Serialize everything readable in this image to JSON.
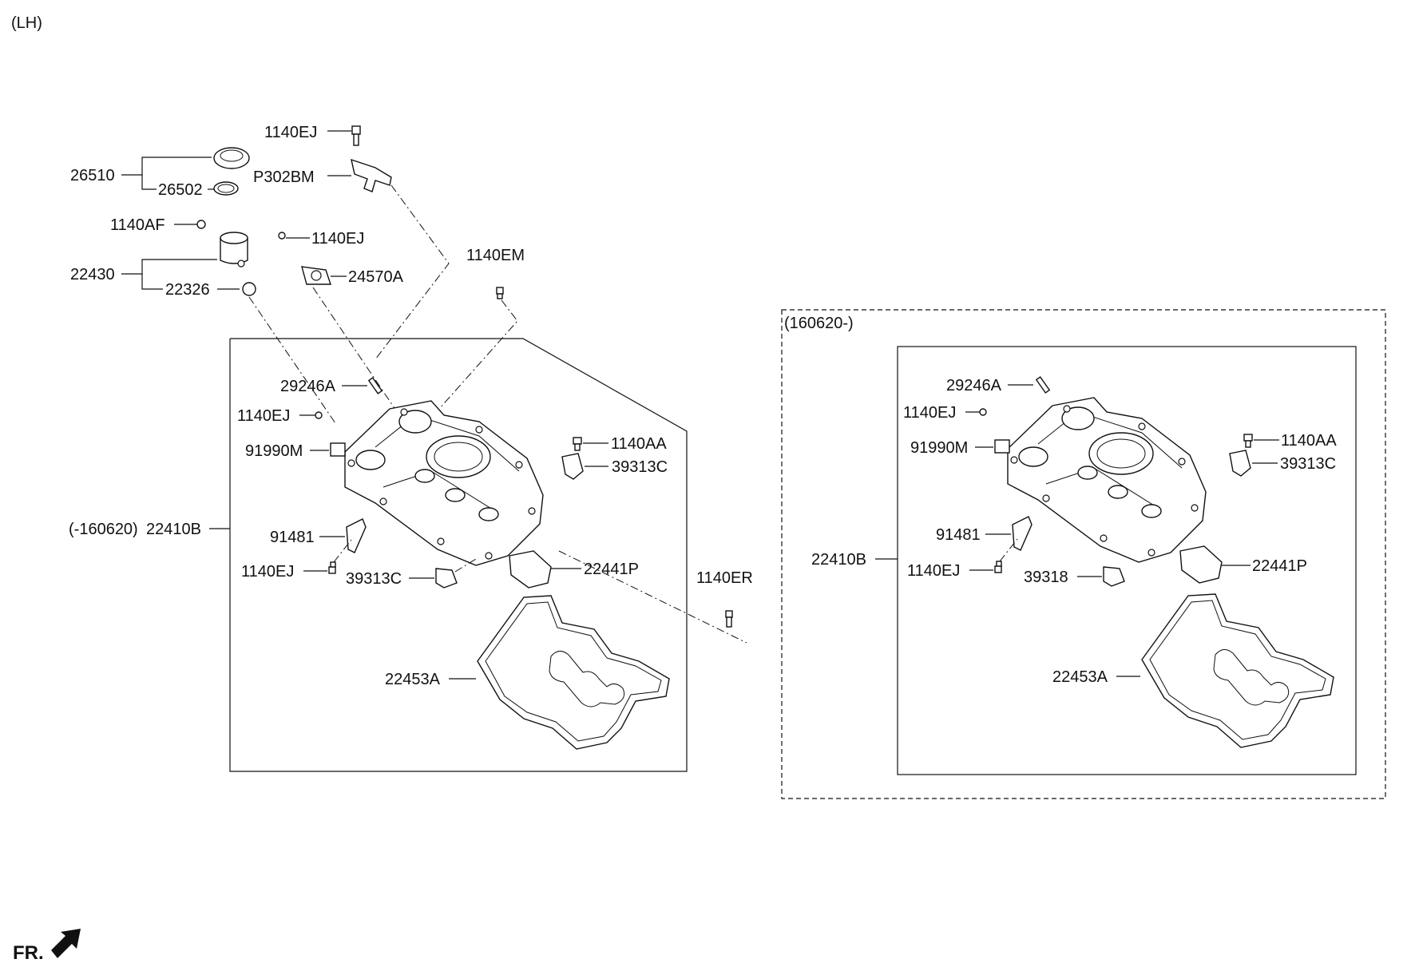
{
  "header": {
    "side": "(LH)"
  },
  "footer": {
    "fr_label": "FR."
  },
  "left_group": {
    "top_labels": {
      "bolt_top": "1140EJ",
      "bracket": "P302BM",
      "cap_assembly": "26510",
      "cap_seal": "26502",
      "bolt_af": "1140AF",
      "filler_neck": "22430",
      "oring": "22326",
      "bolt_mid": "1140EJ",
      "sensor_plate": "24570A",
      "bolt_em": "1140EM",
      "bolt_er": "1140ER"
    },
    "box_labels": {
      "stud": "29246A",
      "bolt_upper": "1140EJ",
      "clip": "91990M",
      "cover_assembly_prefix": "(-160620)",
      "cover_assembly": "22410B",
      "bracket_91481": "91481",
      "bolt_lower": "1140EJ",
      "sensor_lower": "39313C",
      "bolt_aa": "1140AA",
      "sensor_upper": "39313C",
      "gasket_small": "22441P",
      "gasket_main": "22453A"
    }
  },
  "right_group": {
    "date_label": "(160620-)",
    "box_labels": {
      "stud": "29246A",
      "bolt_upper": "1140EJ",
      "clip": "91990M",
      "bracket_91481": "91481",
      "cover_assembly": "22410B",
      "bolt_lower": "1140EJ",
      "sensor_lower": "39318",
      "bolt_aa": "1140AA",
      "sensor_upper": "39313C",
      "gasket_small": "22441P",
      "gasket_main": "22453A"
    }
  }
}
